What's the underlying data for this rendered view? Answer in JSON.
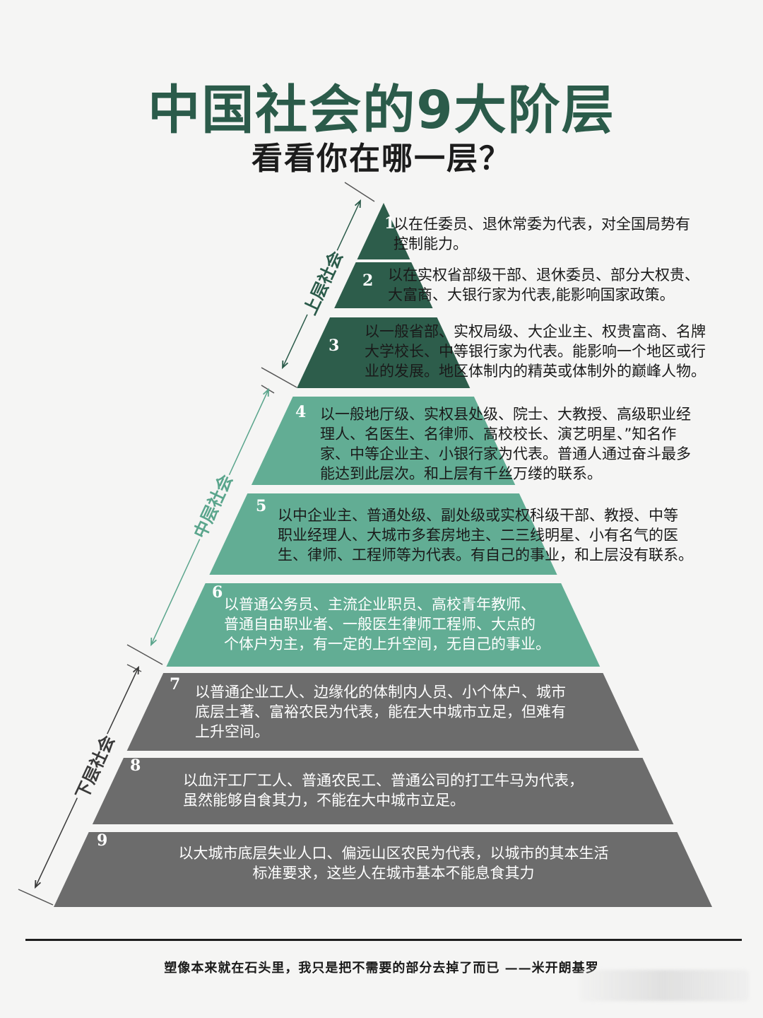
{
  "title": "中国社会的9大阶层",
  "subtitle": "看看你在哪一层？",
  "groups": [
    {
      "label": "上层社会",
      "color": "#2b5b4a"
    },
    {
      "label": "中层社会",
      "color": "#5aa58c"
    },
    {
      "label": "下层社会",
      "color": "#1a1a1a"
    }
  ],
  "levels": [
    {
      "num": "1",
      "lines": [
        "以在任委员、退休常委为代表，对全国局势有",
        "控制能力。"
      ]
    },
    {
      "num": "2",
      "lines": [
        "以在实权省部级干部、退休委员、部分大权贵、",
        "大富商、大银行家为代表,能影响国家政策。"
      ]
    },
    {
      "num": "3",
      "lines": [
        "以一般省部、实权局级、大企业主、权贵富商、名牌",
        "大学校长、中等银行家为代表。能影响一个地区或行",
        "业的发展。地区体制内的精英或体制外的巅峰人物。"
      ]
    },
    {
      "num": "4",
      "lines": [
        "以一般地厅级、实权县处级、院士、大教授、高级职业经",
        "理人、名医生、名律师、高校校长、演艺明星、”知名作",
        "家、中等企业主、小银行家为代表。普通人通过奋斗最多",
        "能达到此层次。和上层有千丝万缕的联系。"
      ]
    },
    {
      "num": "5",
      "lines": [
        "以中企业主、普通处级、副处级或实权科级干部、教授、中等",
        "职业经理人、大城市多套房地主、二三线明星、小有名气的医",
        "生、律师、工程师等为代表。有自己的事业，和上层没有联系。"
      ]
    },
    {
      "num": "6",
      "lines": [
        "以普通公务员、主流企业职员、高校青年教师、",
        "普通自由职业者、一般医生律师工程师、大点的",
        "个体户为主，有一定的上升空间，无自己的事业。"
      ]
    },
    {
      "num": "7",
      "lines": [
        "以普通企业工人、边缘化的体制内人员、小个体户、城市",
        "底层土著、富裕农民为代表，能在大中城市立足，但难有",
        "上升空间。"
      ]
    },
    {
      "num": "8",
      "lines": [
        "以血汗工厂工人、普通农民工、普通公司的打工牛马为代表，",
        "虽然能够自食其力，不能在大中城市立足。"
      ]
    },
    {
      "num": "9",
      "lines": [
        "以大城市底层失业人口、偏远山区农民为代表，以城市的其本生活",
        "标准要求，这些人在城市基本不能息食其力"
      ]
    }
  ],
  "footer": "塑像本来就在石头里，我只是把不需要的部分去掉了而已 ——米开朗基罗"
}
